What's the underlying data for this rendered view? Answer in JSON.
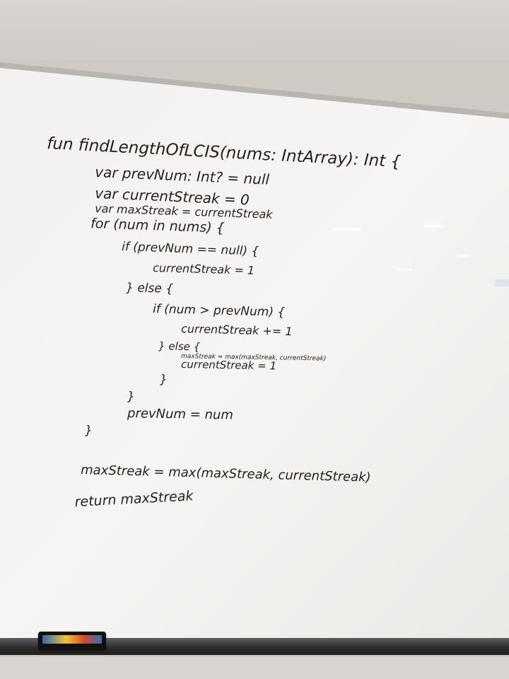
{
  "photo": {
    "subject": "whiteboard",
    "ink_color": "#2a1d1c",
    "board_color": "#f3f3f1",
    "wall_color": "#cfcac4"
  },
  "code_lines": [
    "fun findLengthOfLCIS(nums: IntArray): Int {",
    "var prevNum: Int? = null",
    "var currentStreak = 0",
    "var maxStreak = currentStreak",
    "for (num in nums) {",
    "if (prevNum == null) {",
    "currentStreak = 1",
    "} else {",
    "if (num > prevNum) {",
    "currentStreak += 1",
    "} else {",
    "maxStreak = max(maxStreak, currentStreak)",
    "currentStreak = 1",
    "}",
    "}",
    "prevNum = num",
    "}",
    "maxStreak = max(maxStreak, currentStreak)",
    "return maxStreak"
  ]
}
